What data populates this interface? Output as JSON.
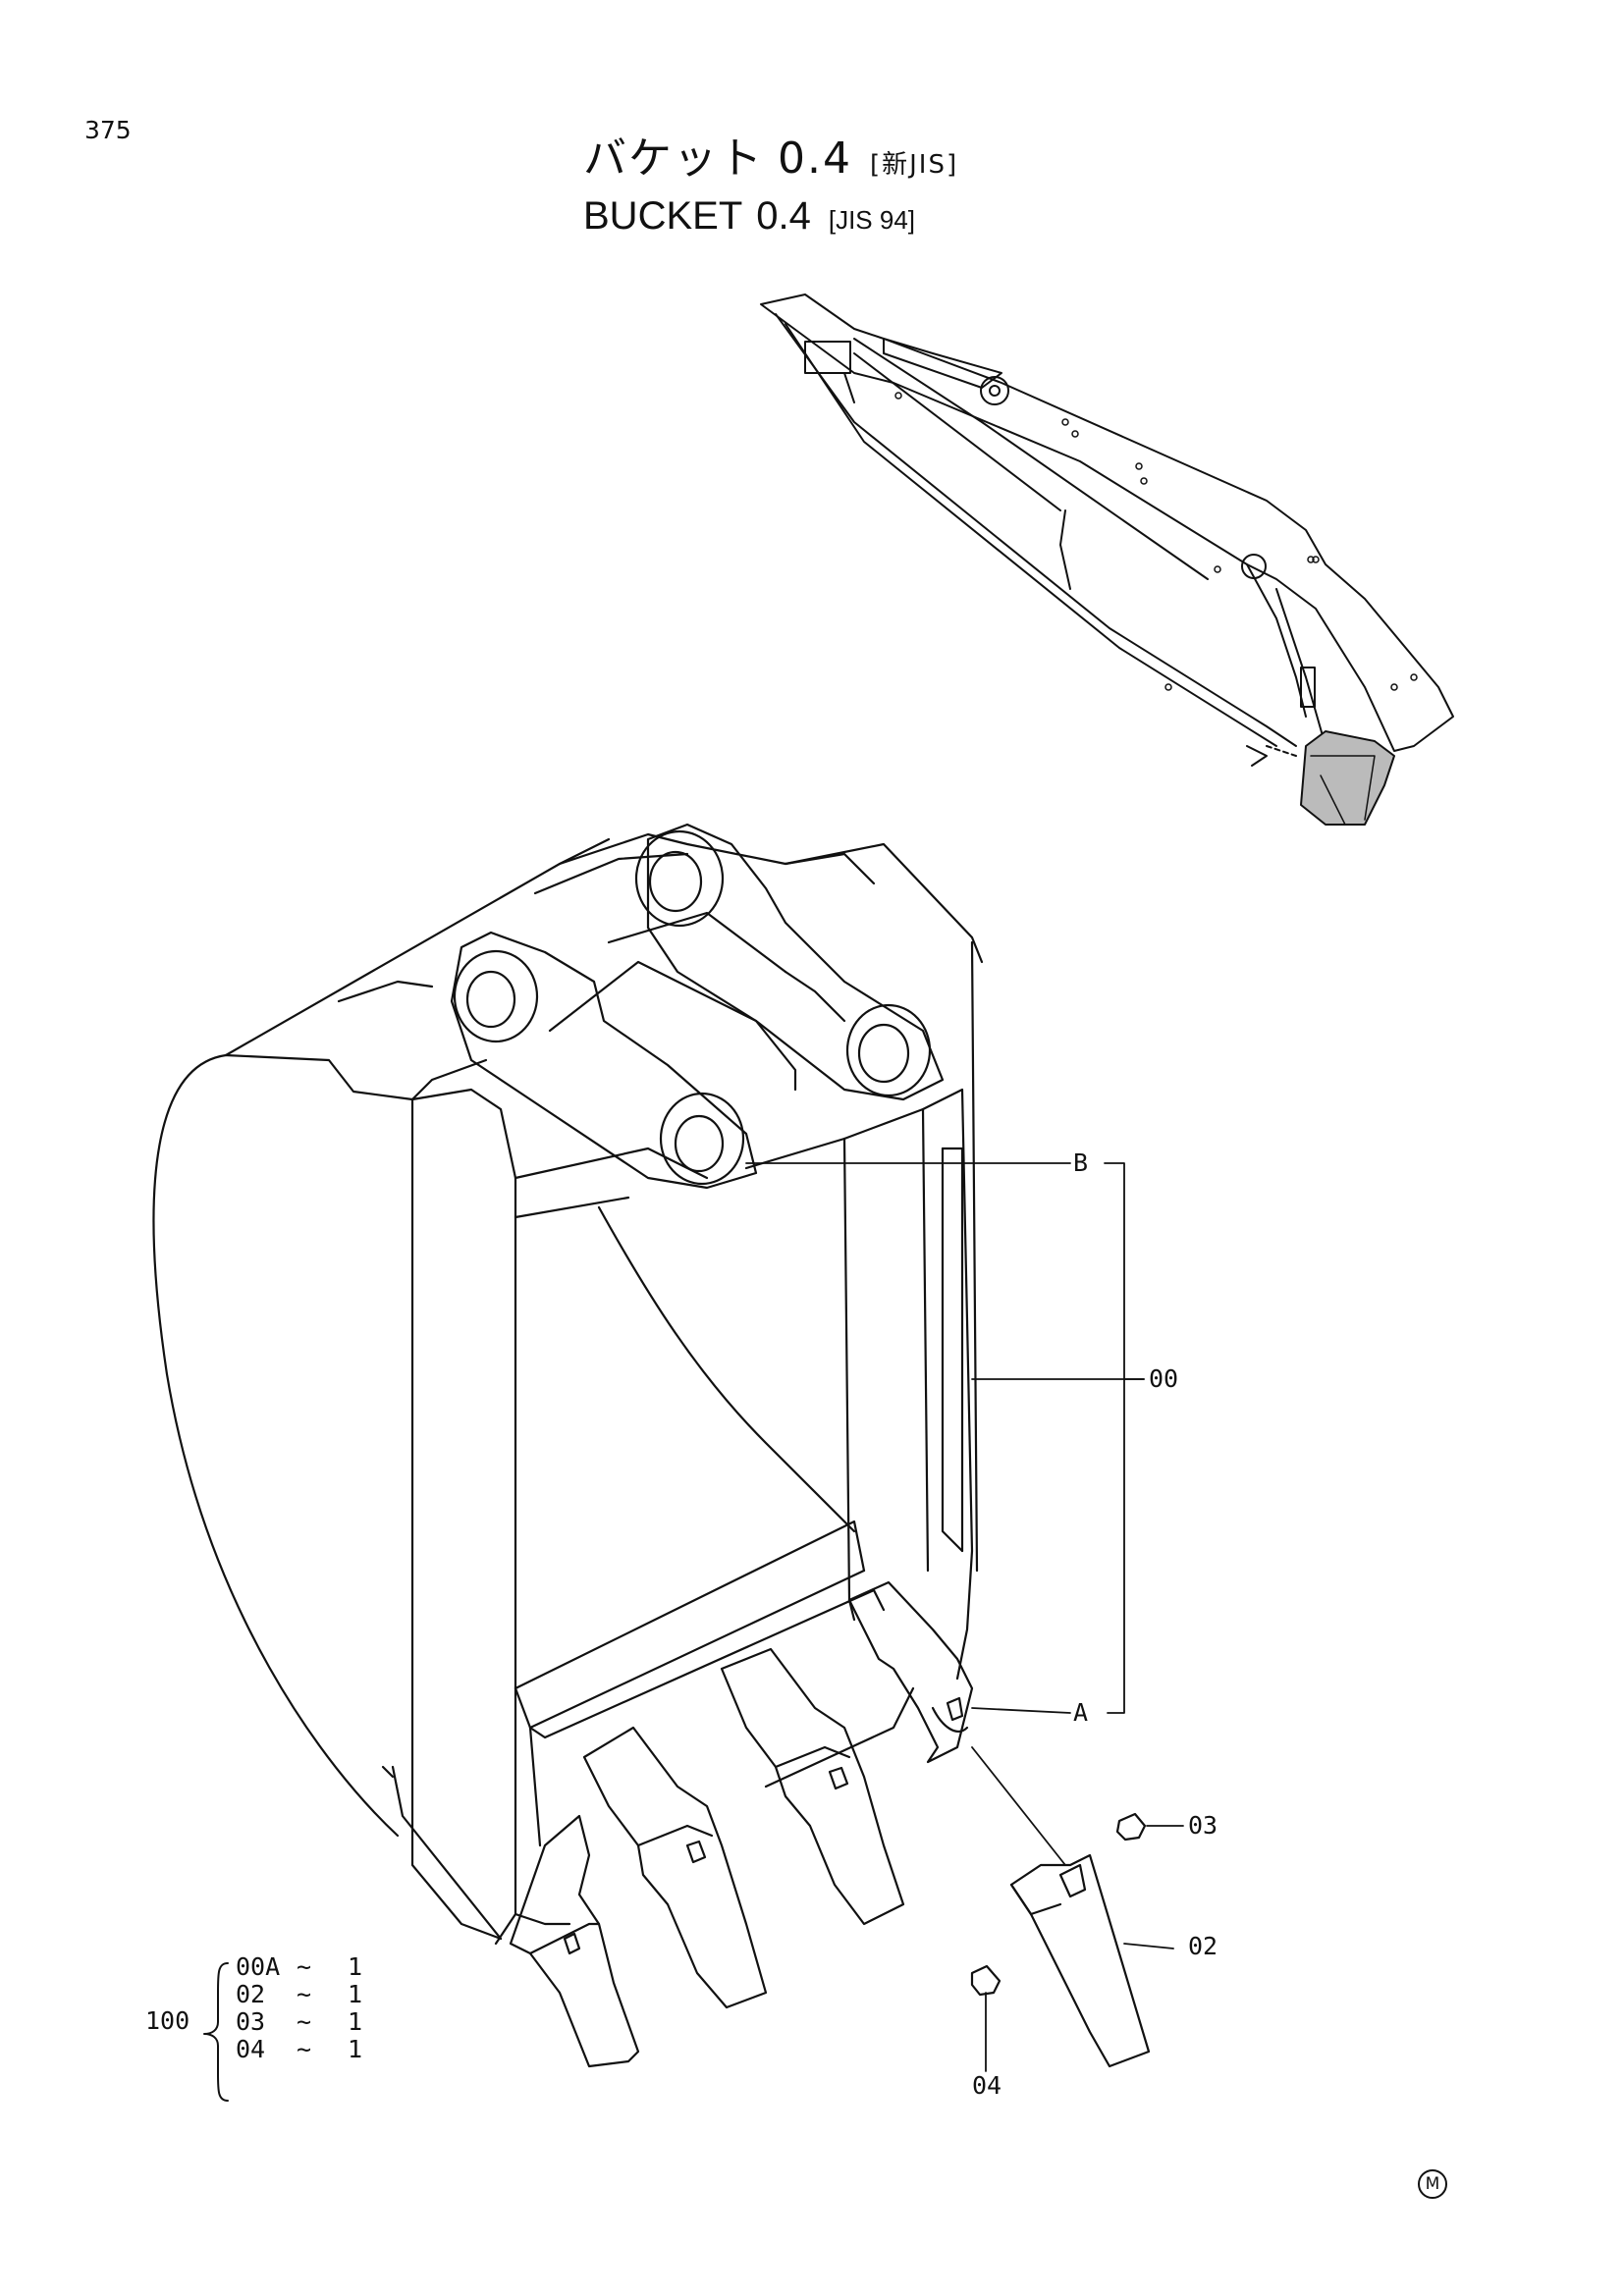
{
  "page": {
    "number": "375"
  },
  "title": {
    "jp": "バケット",
    "jp_size": "0.4",
    "jp_std": "[新JIS]",
    "en": "BUCKET",
    "en_size": "0.4",
    "en_std": "[JIS 94]"
  },
  "callouts": {
    "B": "B",
    "A": "A",
    "c00": "00",
    "c03": "03",
    "c02": "02",
    "c04": "04"
  },
  "kit": {
    "total": "100",
    "rows": [
      {
        "part": "00A",
        "sep": "~",
        "qty": "1"
      },
      {
        "part": "02",
        "sep": "~",
        "qty": "1"
      },
      {
        "part": "03",
        "sep": "~",
        "qty": "1"
      },
      {
        "part": "04",
        "sep": "~",
        "qty": "1"
      }
    ]
  },
  "mark": "M"
}
